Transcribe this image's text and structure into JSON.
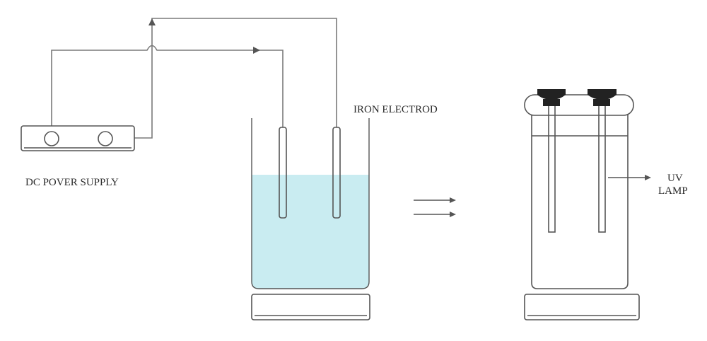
{
  "labels": {
    "power_supply": "DC POVER SUPPLY",
    "electrode": "IRON ELECTROD",
    "uv_line1": "UV",
    "uv_line2": "LAMP"
  },
  "colors": {
    "liquid": "#c9ecf1",
    "line": "#555555",
    "wire": "#7a7a7a",
    "lamp_cap": "#222222"
  }
}
